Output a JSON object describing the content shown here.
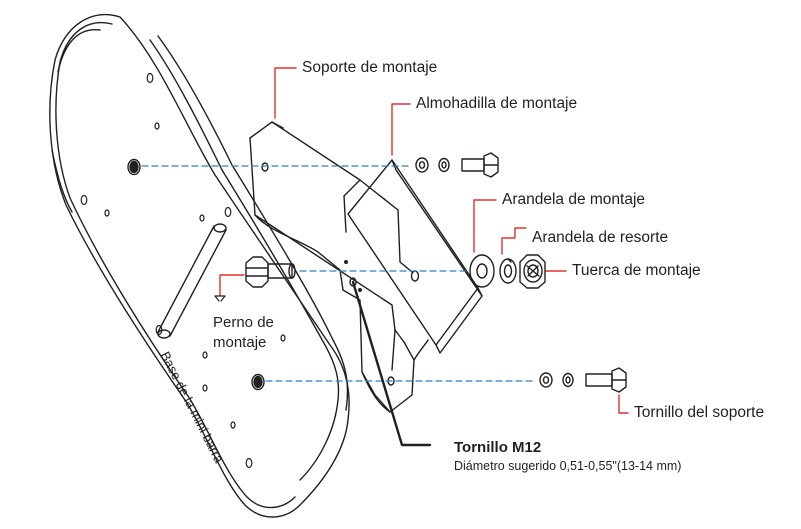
{
  "labels": {
    "bracket": "Soporte de montaje",
    "pad": "Almohadilla de montaje",
    "flat_washer": "Arandela de montaje",
    "spring_washer": "Arandela de resorte",
    "nut": "Tuerca de montaje",
    "bracket_screw": "Tornillo del soporte",
    "bolt_line1": "Perno de",
    "bolt_line2": "montaje",
    "base": "Base de la mini barra",
    "m12_title": "Tornillo M12",
    "m12_note": "Diámetro sugerido 0,51-0,55\"(13-14 mm)"
  },
  "colors": {
    "line": "#231f20",
    "callout": "#e0322d",
    "dash": "#2f7fc6"
  }
}
